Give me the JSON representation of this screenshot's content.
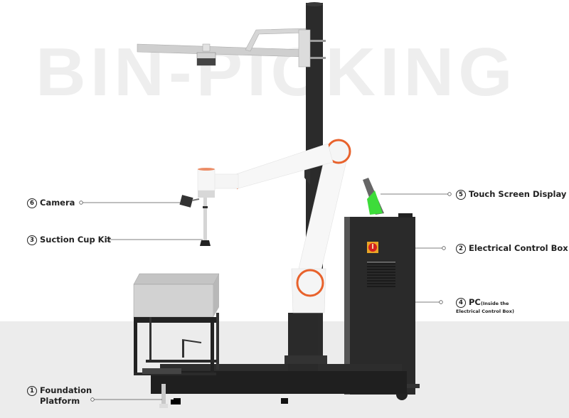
{
  "title": "BIN-PICKING",
  "colors": {
    "background": "#ffffff",
    "floor": "#ececec",
    "title_watermark": "#eeeeee",
    "robot_body": "#f7f7f7",
    "joint_ring": "#e8622c",
    "frame_dark": "#2b2b2b",
    "mount_silver": "#cfcfcf",
    "screen_green": "#3ddc3a",
    "switch_red": "#d42020",
    "label_text": "#222222",
    "leader_line": "#555555"
  },
  "labels": [
    {
      "id": "camera",
      "number": "6",
      "text": "Camera"
    },
    {
      "id": "suction-cup-kit",
      "number": "3",
      "text": "Suction Cup Kit"
    },
    {
      "id": "touch-screen-display",
      "number": "5",
      "text": "Touch Screen Display"
    },
    {
      "id": "electrical-control-box",
      "number": "2",
      "text": "Electrical Control Box"
    },
    {
      "id": "pc",
      "number": "4",
      "text": "PC",
      "note_line1": "(Inside the",
      "note_line2": "Electrical Control Box)"
    },
    {
      "id": "foundation-platform",
      "number": "1",
      "text_line1": "Foundation",
      "text_line2": "Platform"
    }
  ]
}
